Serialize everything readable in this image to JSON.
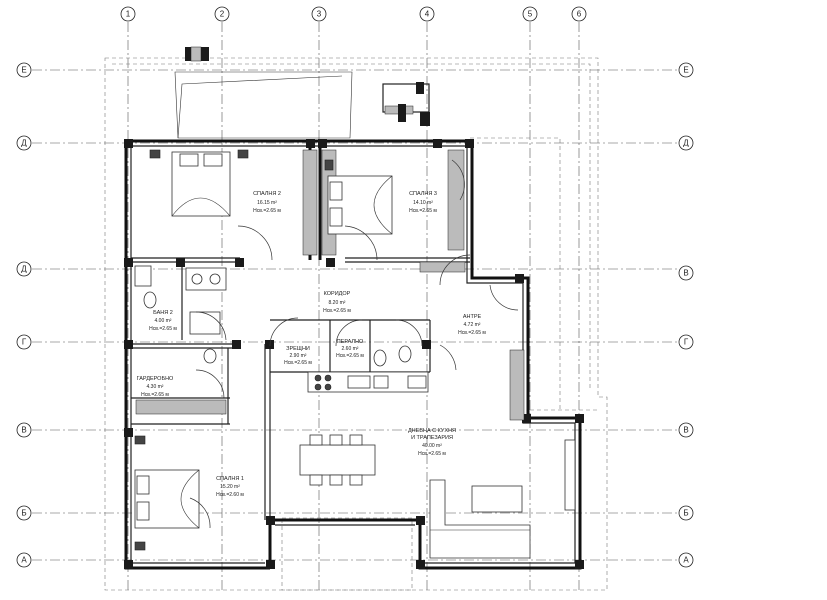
{
  "axes": {
    "vertical": [
      "1",
      "2",
      "3",
      "4",
      "5",
      "6"
    ],
    "horizontal": [
      "Е",
      "Д",
      "Д",
      "Г",
      "В",
      "Б",
      "А"
    ],
    "horizontal_right": [
      "Е",
      "Д",
      "В",
      "Г",
      "В",
      "Б",
      "А"
    ]
  },
  "rooms": [
    {
      "name": "СПАЛНЯ 2",
      "area": "16.15 m²",
      "height": "Нсв.=2.65 м"
    },
    {
      "name": "СПАЛНЯ 3",
      "area": "14.10 m²",
      "height": "Нсв.=2.65 м"
    },
    {
      "name": "КОРИДОР",
      "area": "8.20 m²",
      "height": "Нсв.=2.65 м"
    },
    {
      "name": "АНТРЕ",
      "area": "4.72 m²",
      "height": "Нсв.=2.65 м"
    },
    {
      "name": "БАНЯ 2",
      "area": "4.00 m²",
      "height": "Нсв.=2.65 м"
    },
    {
      "name": "ГАРДЕРОБНО",
      "area": "4.30 m²",
      "height": "Нсв.=2.65 м"
    },
    {
      "name": "ЗРЕЩНИ",
      "area": "2.90 m²",
      "height": "Нсв.=2.65 м"
    },
    {
      "name": "ПЕРАЛНО",
      "area": "2.60 m²",
      "height": "Нсв.=2.65 м"
    },
    {
      "name": "ДНЕВНА С КУХНЯ",
      "name2": "И ТРАПЕЗАРИЯ",
      "area": "40.00 m²",
      "height": "Нсв.=2.65 м"
    },
    {
      "name": "СПАЛНЯ 1",
      "area": "15.20 m²",
      "height": "Нсв.=2.60 м"
    }
  ],
  "colors": {
    "wall": "#111111",
    "axis": "#555555",
    "hatch": "#bbbbbb"
  }
}
